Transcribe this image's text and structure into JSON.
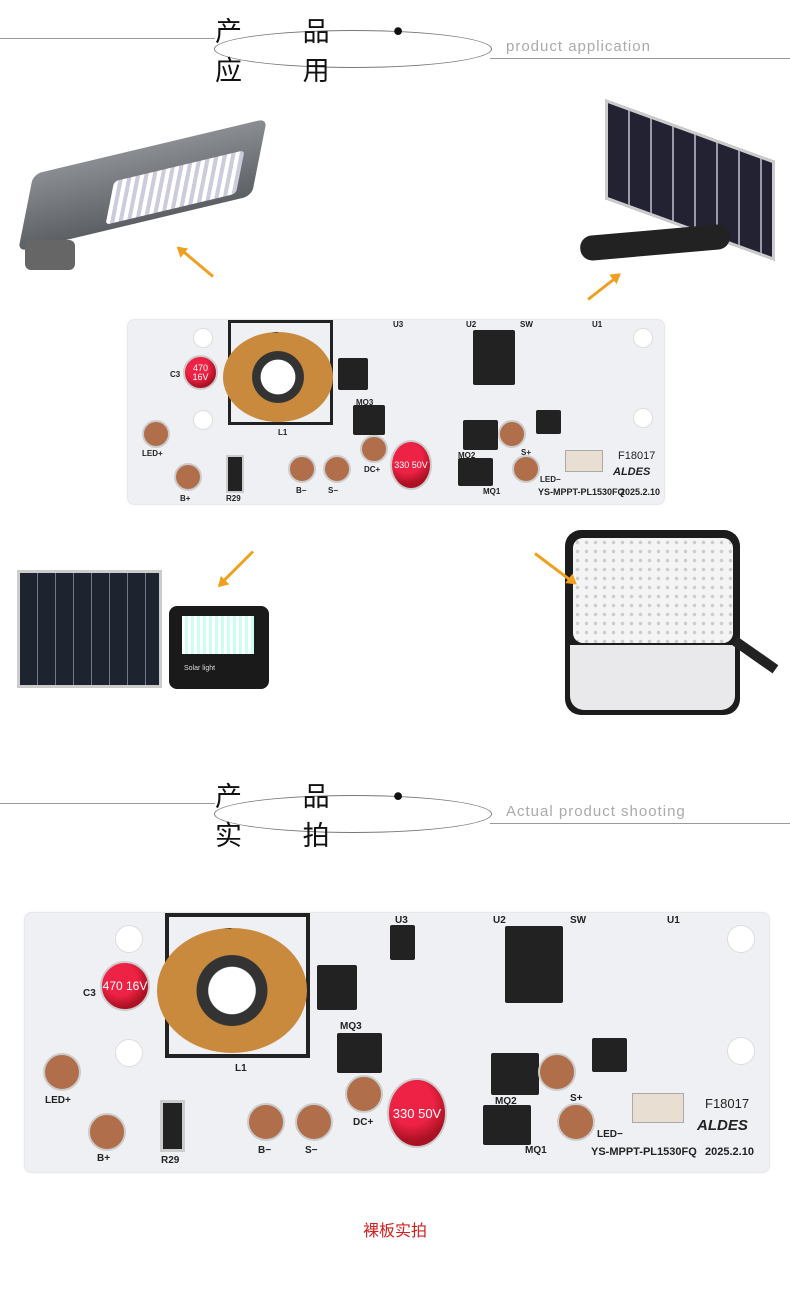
{
  "section1": {
    "title": "产 品 • 应 用",
    "subtitle": "product application"
  },
  "section2": {
    "title": "产 品 • 实 拍",
    "subtitle": "Actual product shooting"
  },
  "board": {
    "model": "YS-MPPT-PL1530FQ",
    "date": "2025.2.10",
    "code": "F18017",
    "brand": "ALDES",
    "labels": {
      "led_plus": "LED+",
      "b_plus": "B+",
      "b_minus": "B−",
      "s_minus": "S−",
      "dc_plus": "DC+",
      "s_plus": "S+",
      "led_minus": "LED−",
      "r29": "R29",
      "l1": "L1",
      "u2": "U2",
      "u3": "U3",
      "u1": "U1",
      "sw": "SW",
      "mq1": "MQ1",
      "mq2": "MQ2",
      "mq3": "MQ3",
      "c3": "C3"
    },
    "cap_small": "470 16V",
    "cap_large": "330 50V"
  },
  "images": {
    "solar_light_label": "Solar light"
  },
  "caption": "裸板实拍"
}
